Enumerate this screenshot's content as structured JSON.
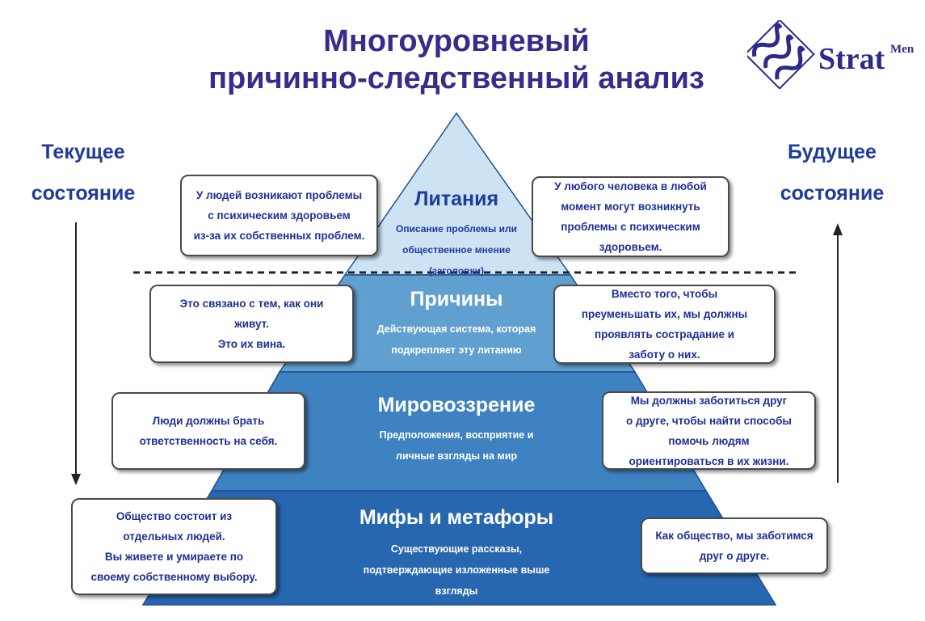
{
  "title": {
    "line1": "Многоуровневый",
    "line2": "причинно-следственный анализ"
  },
  "logo": {
    "text": "Strat",
    "superscript": "Men"
  },
  "current_state": {
    "line1": "Текущее",
    "line2": "состояние"
  },
  "future_state": {
    "line1": "Будущее",
    "line2": "состояние"
  },
  "colors": {
    "title": "#3a2a8c",
    "text_blue": "#1f3b9c",
    "tier1": "#cde2f2",
    "tier2": "#5fa0d0",
    "tier3": "#3f82c1",
    "tier4": "#2767b0"
  },
  "tiers": [
    {
      "title": "Литания",
      "desc": [
        "Описание проблемы или",
        "общественное мнение",
        "(заголовки)"
      ],
      "left": [
        "У людей возникают проблемы",
        "с психическим здоровьем",
        "из-за их собственных проблем."
      ],
      "right": [
        "У любого человека в любой",
        "момент могут возникнуть",
        "проблемы с психическим",
        "здоровьем."
      ]
    },
    {
      "title": "Причины",
      "desc": [
        "Действующая система, которая",
        "подкрепляет эту литанию"
      ],
      "left": [
        "Это связано с тем, как они",
        "живут.",
        "Это их вина."
      ],
      "right": [
        "Вместо того, чтобы",
        "преуменьшать их, мы должны",
        "проявлять сострадание и",
        "заботу о них."
      ]
    },
    {
      "title": "Мировоззрение",
      "desc": [
        "Предположения, восприятие и",
        "личные взгляды на мир"
      ],
      "left": [
        "Люди должны брать",
        "ответственность на себя."
      ],
      "right": [
        "Мы должны заботиться друг",
        "о друге, чтобы найти способы",
        "помочь людям",
        "ориентироваться в их жизни."
      ]
    },
    {
      "title": "Мифы и метафоры",
      "desc": [
        "Существующие рассказы,",
        "подтверждающие изложенные выше",
        "взгляды"
      ],
      "left": [
        "Общество состоит из",
        "отдельных людей.",
        "Вы живете и умираете по",
        "своему собственному выбору."
      ],
      "right": [
        "Как общество, мы заботимся",
        "друг о друге."
      ]
    }
  ]
}
